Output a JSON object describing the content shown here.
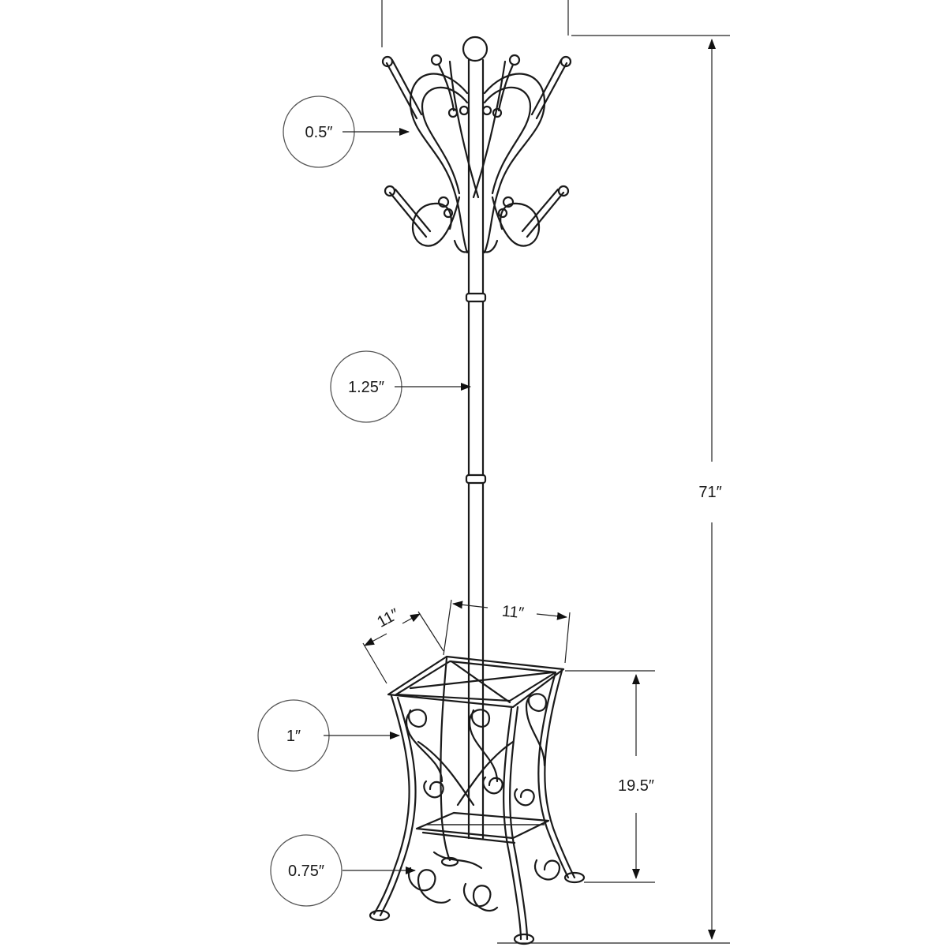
{
  "callouts": {
    "hook_tube": "0.5″",
    "pole_diameter": "1.25″",
    "base_tube": "1″",
    "leg_tube": "0.75″"
  },
  "dimensions": {
    "total_height": "71″",
    "base_height": "19.5″",
    "base_width": "11″",
    "base_depth": "11″"
  }
}
